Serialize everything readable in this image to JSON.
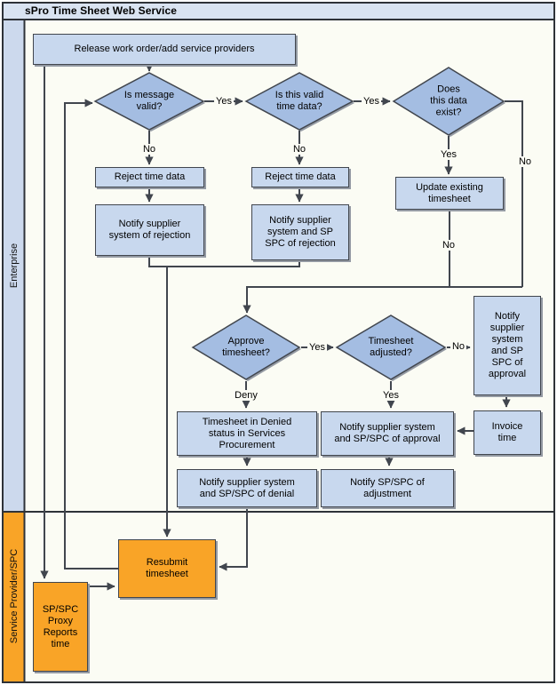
{
  "title": "sPro Time Sheet Web Service",
  "lanes": {
    "enterprise": "Enterprise",
    "service_provider": "Service Provider/SPC"
  },
  "nodes": {
    "release": "Release work order/add service providers",
    "d_msg_valid": "Is message\nvalid?",
    "d_time_valid": "Is this valid\ntime data?",
    "d_data_exist": "Does\nthis data\nexist?",
    "d_approve": "Approve\ntimesheet?",
    "d_adjusted": "Timesheet\nadjusted?",
    "reject1": "Reject time data",
    "reject2": "Reject time data",
    "notify_rejection_supplier": "Notify supplier\nsystem of rejection",
    "notify_rejection_spc": "Notify supplier\nsystem and SP\nSPC of rejection",
    "update_timesheet": "Update existing\ntimesheet",
    "notify_approval_tall": "Notify\nsupplier\nsystem\nand SP\nSPC of\napproval",
    "invoice_time": "Invoice\ntime",
    "denied_status": "Timesheet in Denied\nstatus in Services\nProcurement",
    "notify_approval_wide": "Notify supplier system\nand SP/SPC of approval",
    "notify_denial": "Notify supplier system\nand SP/SPC of denial",
    "notify_adjustment": "Notify SP/SPC of\nadjustment",
    "resubmit": "Resubmit\ntimesheet",
    "proxy_reports": "SP/SPC\nProxy\nReports\ntime"
  },
  "edges": {
    "yes1": "Yes",
    "no1": "No",
    "yes2": "Yes",
    "no2": "No",
    "yes3": "Yes",
    "no3": "No",
    "no4": "No",
    "deny": "Deny",
    "yes4": "Yes",
    "yes5": "Yes",
    "no5": "No"
  },
  "colors": {
    "box_fill": "#c8d8ee",
    "diamond_fill": "#a4bde2",
    "orange_fill": "#f9a427",
    "title_fill": "#d9e3f1",
    "lane_enterprise_fill": "#ccd9ed",
    "canvas": "#fbfcf4",
    "line": "#41464e",
    "shadow": "#949aa3"
  }
}
